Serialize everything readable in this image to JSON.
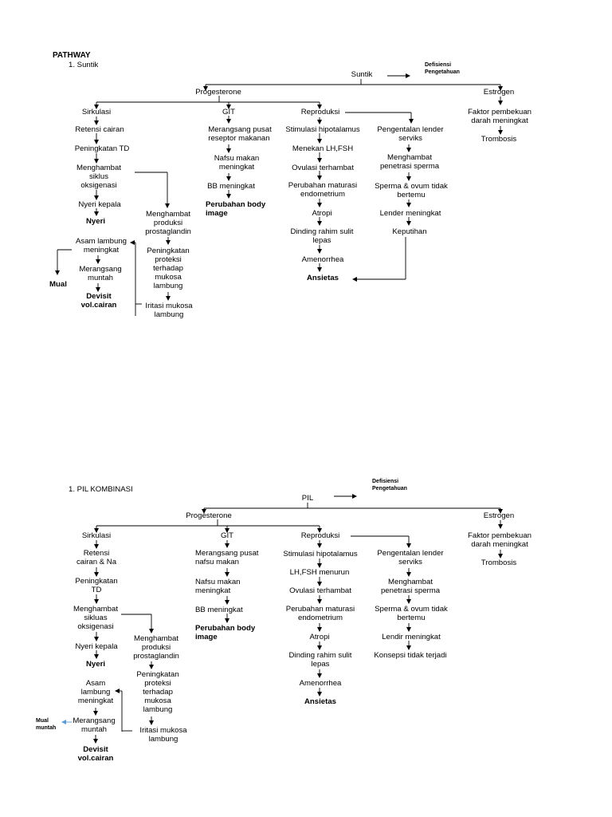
{
  "title": "PATHWAY",
  "section1": {
    "heading": "1. Suntik",
    "root": "Suntik",
    "side_note": "Defisiensi\nPengetahuan",
    "progesterone": "Progesterone",
    "estrogen": "Estrogen",
    "sirkulasi": [
      "Sirkulasi",
      "Retensi cairan",
      "Peningkatan TD",
      "Menghambat\nsiklus\noksigenasi",
      "Nyeri kepala",
      "Nyeri"
    ],
    "lambung": [
      "Asam lambung\nmeningkat",
      "Merangsang\nmuntah",
      "Devisit\nvol.cairan"
    ],
    "mual": "Mual",
    "prostaglandin": [
      "Menghambat\nproduksi\nprostaglandin",
      "Peningkatan\nproteksi\nterhadap\nmukosa\nlambung",
      "Iritasi mukosa\nlambung"
    ],
    "git": [
      "GIT",
      "Merangsang pusat\nreseptor makanan",
      "Nafsu makan\nmeningkat",
      "BB meningkat",
      "Perubahan body\nimage"
    ],
    "reproduksi": [
      "Reproduksi",
      "Stimulasi hipotalamus",
      "Menekan LH,FSH",
      "Ovulasi terhambat",
      "Perubahan maturasi\nendometrium",
      "Atropi",
      "Dinding rahim sulit\nlepas",
      "Amenorrhea",
      "Ansietas"
    ],
    "lender": [
      "Pengentalan lender\nserviks",
      "Menghambat\npenetrasi sperma",
      "Sperma & ovum tidak\nbertemu",
      "Lender meningkat",
      "Keputihan"
    ],
    "estrogen_chain": [
      "Faktor pembekuan\ndarah meningkat",
      "Trombosis"
    ]
  },
  "section2": {
    "heading": "1. PIL KOMBINASI",
    "root": "PIL",
    "side_note": "Defisiensi\nPengetahuan",
    "progesterone": "Progesterone",
    "estrogen": "Estrogen",
    "sirkulasi": [
      "Sirkulasi",
      "Retensi\ncairan & Na",
      "Peningkatan\nTD",
      "Menghambat\nsikluas\noksigenasi",
      "Nyeri kepala",
      "Nyeri"
    ],
    "lambung": [
      "Asam\nlambung\nmeningkat",
      "Merangsang\nmuntah",
      "Devisit\nvol.cairan"
    ],
    "mual": "Mual\nmuntah",
    "prostaglandin": [
      "Menghambat\nproduksi\nprostaglandin",
      "Peningkatan\nproteksi\nterhadap\nmukosa\nlambung",
      "Iritasi mukosa\nlambung"
    ],
    "git": [
      "GIT",
      "Merangsang pusat\nnafsu makan",
      "Nafsu makan\nmeningkat",
      "BB meningkat",
      "Perubahan body\nimage"
    ],
    "reproduksi": [
      "Reproduksi",
      "Stimulasi hipotalamus",
      "LH,FSH menurun",
      "Ovulasi terhambat",
      "Perubahan maturasi\nendometrium",
      "Atropi",
      "Dinding rahim sulit\nlepas",
      "Amenorrhea",
      "Ansietas"
    ],
    "lender": [
      "Pengentalan lender\nserviks",
      "Menghambat\npenetrasi sperma",
      "Sperma & ovum tidak\nbertemu",
      "Lendir meningkat",
      "Konsepsi tidak terjadi"
    ],
    "estrogen_chain": [
      "Faktor pembekuan\ndarah meningkat",
      "Trombosis"
    ]
  }
}
